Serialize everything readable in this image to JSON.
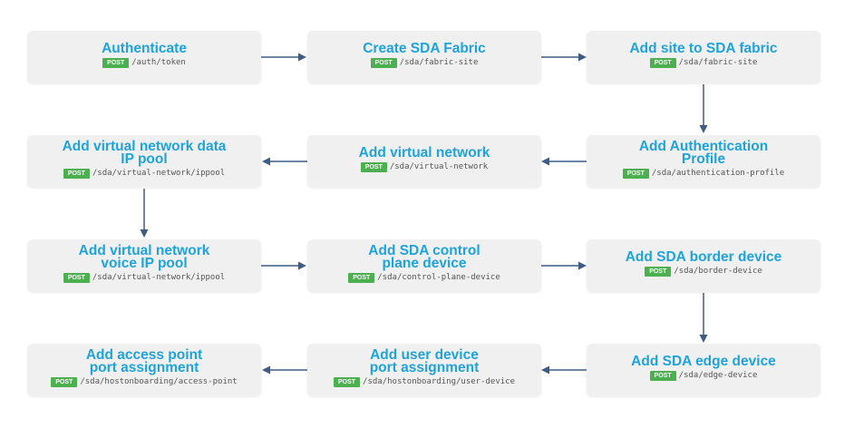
{
  "colors": {
    "title": "#1fa3dc",
    "method_badge": "#4caf50",
    "box_background": "#f0f0f0",
    "arrow": "#3f5c85"
  },
  "steps": [
    {
      "title": "Authenticate",
      "method": "POST",
      "path": "/auth/token"
    },
    {
      "title": "Create SDA Fabric",
      "method": "POST",
      "path": "/sda/fabric-site"
    },
    {
      "title": "Add site to SDA fabric",
      "method": "POST",
      "path": "/sda/fabric-site"
    },
    {
      "title": "Add Authentication\nProfile",
      "method": "POST",
      "path": "/sda/authentication-profile"
    },
    {
      "title": "Add virtual network",
      "method": "POST",
      "path": "/sda/virtual-network"
    },
    {
      "title": "Add virtual network data\nIP pool",
      "method": "POST",
      "path": "/sda/virtual-network/ippool"
    },
    {
      "title": "Add virtual network\nvoice IP pool",
      "method": "POST",
      "path": "/sda/virtual-network/ippool"
    },
    {
      "title": "Add SDA control\nplane device",
      "method": "POST",
      "path": "/sda/control-plane-device"
    },
    {
      "title": "Add SDA border device",
      "method": "POST",
      "path": "/sda/border-device"
    },
    {
      "title": "Add SDA edge device",
      "method": "POST",
      "path": "/sda/edge-device"
    },
    {
      "title": "Add user device\nport assignment",
      "method": "POST",
      "path": "/sda/hostonboarding/user-device"
    },
    {
      "title": "Add access point\nport assignment",
      "method": "POST",
      "path": "/sda/hostonboarding/access-point"
    }
  ]
}
